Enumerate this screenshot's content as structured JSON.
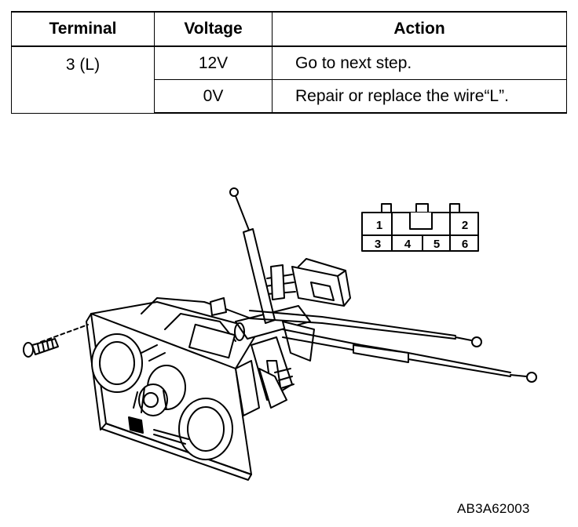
{
  "table": {
    "headers": [
      "Terminal",
      "Voltage",
      "Action"
    ],
    "terminal": "3 (L)",
    "rows": [
      {
        "voltage": "12V",
        "action": "Go to next step."
      },
      {
        "voltage": "0V",
        "action": "Repair or replace the wire“L”."
      }
    ]
  },
  "connector": {
    "pins": [
      "1",
      "2",
      "3",
      "4",
      "5",
      "6"
    ]
  },
  "figure_code": "AB3A62003"
}
